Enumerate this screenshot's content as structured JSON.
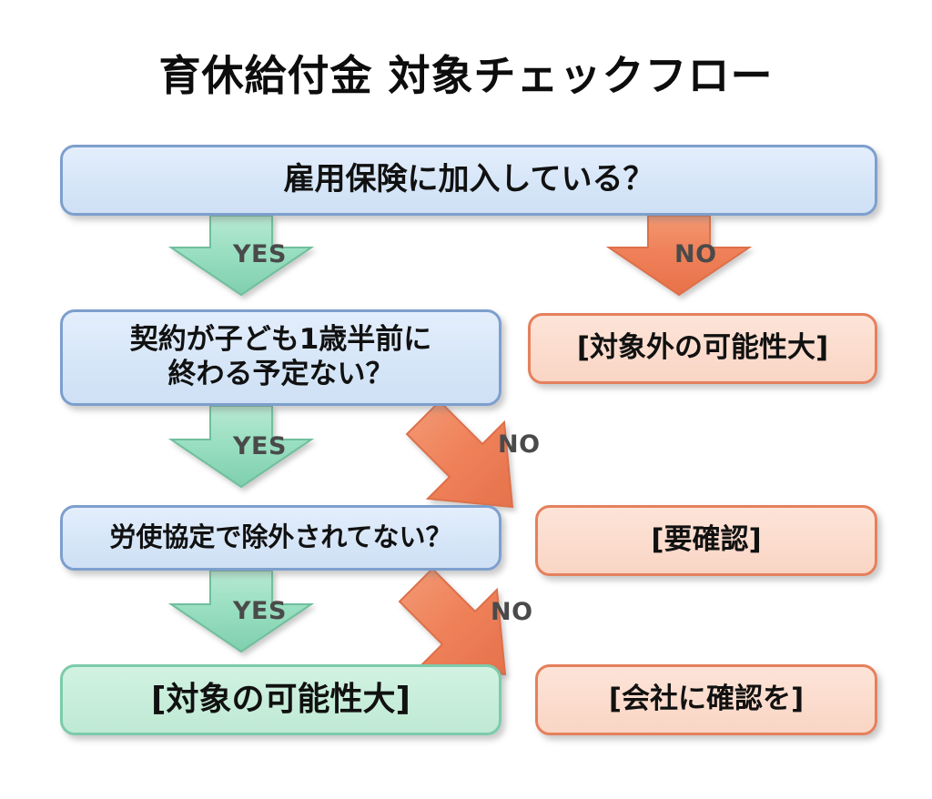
{
  "page": {
    "title": "育休給付金 対象チェックフロー",
    "background_color": "#ffffff"
  },
  "palette": {
    "question_fill": "#d6e6f8",
    "question_border": "#7d9fcd",
    "no_fill": "#fbdbcc",
    "no_border": "#e5805d",
    "yes_fill": "#c6edd9",
    "yes_border": "#7ccbab",
    "yes_arrow": "#8fd9bb",
    "no_arrow": "#ef8159",
    "label_text": "#4a4a4a",
    "node_text": "#111111"
  },
  "chart_data": {
    "type": "diagram",
    "title": "育休給付金 対象チェックフロー",
    "nodes": [
      {
        "id": "q1",
        "kind": "question",
        "label": "雇用保険に加入している？",
        "color": "blue"
      },
      {
        "id": "q2",
        "kind": "question",
        "label": "契約が子ども1歳半前に\n終わる予定ない？",
        "color": "blue"
      },
      {
        "id": "q3",
        "kind": "question",
        "label": "労使協定で除外されてない？",
        "color": "blue"
      },
      {
        "id": "r1",
        "kind": "result",
        "label": "[対象外の可能性大]",
        "color": "orange"
      },
      {
        "id": "r2",
        "kind": "result",
        "label": "[要確認]",
        "color": "orange"
      },
      {
        "id": "r3",
        "kind": "result",
        "label": "[会社に確認を]",
        "color": "orange"
      },
      {
        "id": "r4",
        "kind": "result",
        "label": "[対象の可能性大]",
        "color": "green"
      }
    ],
    "edges": [
      {
        "from": "q1",
        "to": "q2",
        "label": "YES",
        "style": "down",
        "color": "green"
      },
      {
        "from": "q1",
        "to": "r1",
        "label": "NO",
        "style": "down",
        "color": "orange"
      },
      {
        "from": "q2",
        "to": "q3",
        "label": "YES",
        "style": "down",
        "color": "green"
      },
      {
        "from": "q2",
        "to": "r2",
        "label": "NO",
        "style": "diagonal",
        "color": "orange"
      },
      {
        "from": "q3",
        "to": "r4",
        "label": "YES",
        "style": "down",
        "color": "green"
      },
      {
        "from": "q3",
        "to": "r3",
        "label": "NO",
        "style": "diagonal",
        "color": "orange"
      }
    ]
  },
  "nodes": {
    "q1": {
      "line1": "雇用保険に加入している？"
    },
    "q2": {
      "line1": "契約が子ども1歳半前に",
      "line2": "終わる予定ない？"
    },
    "q3": {
      "line1": "労使協定で除外されてない？"
    },
    "r1": {
      "line1": "[対象外の可能性大]"
    },
    "r2": {
      "line1": "[要確認]"
    },
    "r3": {
      "line1": "[会社に確認を]"
    },
    "r4": {
      "line1": "[対象の可能性大]"
    }
  },
  "labels": {
    "yes1": "YES",
    "yes2": "YES",
    "yes3": "YES",
    "no1": "NO",
    "no2": "NO",
    "no3": "NO"
  }
}
